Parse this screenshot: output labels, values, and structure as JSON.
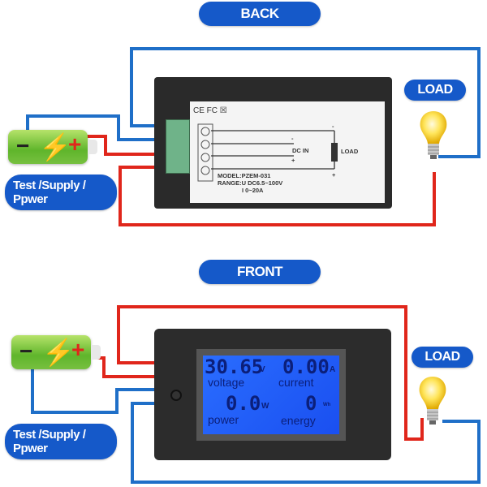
{
  "sections": {
    "back_label": "BACK",
    "front_label": "FRONT"
  },
  "labels": {
    "load": "LOAD",
    "supply": "Test /Supply /\nPpwer"
  },
  "back_sticker": {
    "certifications": "CE FC ☒",
    "dc_in": "DC IN",
    "load": "LOAD",
    "minus": "-",
    "plus": "+",
    "model": "MODEL:PZEM-031",
    "range_u": "RANGE:U DC6.5~100V",
    "range_i": "I 0~20A"
  },
  "display": {
    "voltage_value": "30.65",
    "voltage_unit": "V",
    "voltage_label": "voltage",
    "current_value": "0.00",
    "current_unit": "A",
    "current_label": "current",
    "power_value": "0.0",
    "power_unit": "W",
    "power_label": "power",
    "energy_value": "0",
    "energy_unit": "Wh",
    "energy_label": "energy"
  },
  "battery": {
    "minus": "−",
    "plus": "+",
    "bolt": "⚡"
  },
  "colors": {
    "wire_red": "#e0261b",
    "wire_blue": "#1f6fc8",
    "pill_blue": "#1559c9",
    "lcd_blue": "#2a6dff"
  }
}
